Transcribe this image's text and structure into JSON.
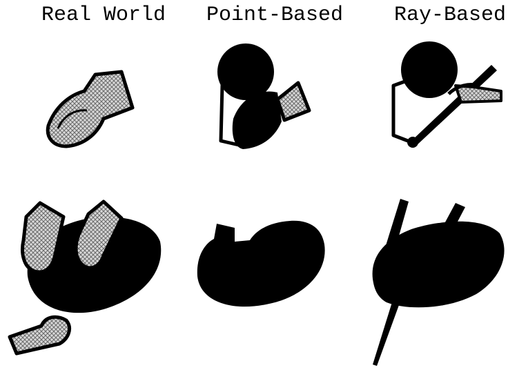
{
  "columns": {
    "real_world": "Real World",
    "point_based": "Point-Based",
    "ray_based": "Ray-Based"
  },
  "colors": {
    "ink": "#000000",
    "background": "#ffffff",
    "hatch_fill": "#c8c8c8"
  }
}
